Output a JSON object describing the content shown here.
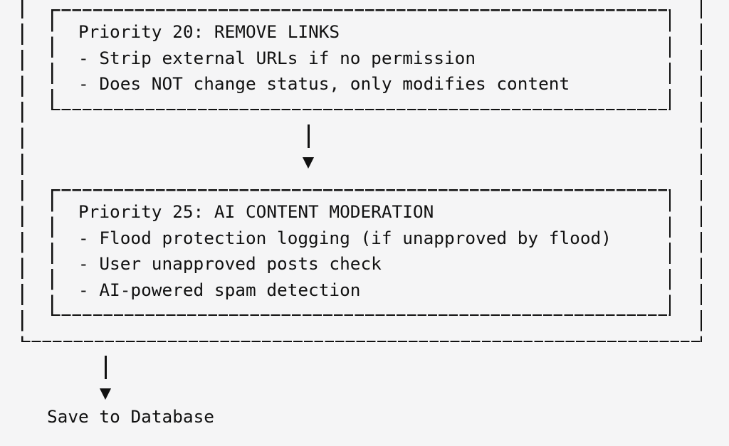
{
  "page": {
    "colors": {
      "background": "#f5f5f6",
      "ink": "#111111"
    }
  },
  "diagram": {
    "steps": [
      {
        "title": "Priority 20: REMOVE LINKS",
        "items": [
          "- Strip external URLs if no permission",
          "- Does NOT change status, only modifies content"
        ]
      },
      {
        "title": "Priority 25: AI CONTENT MODERATION",
        "items": [
          "- Flood protection logging (if unapproved by flood)",
          "- User unapproved posts check",
          "- AI-powered spam detection"
        ]
      }
    ],
    "arrow_icon": "▼",
    "terminal_label": "Save to Database"
  }
}
